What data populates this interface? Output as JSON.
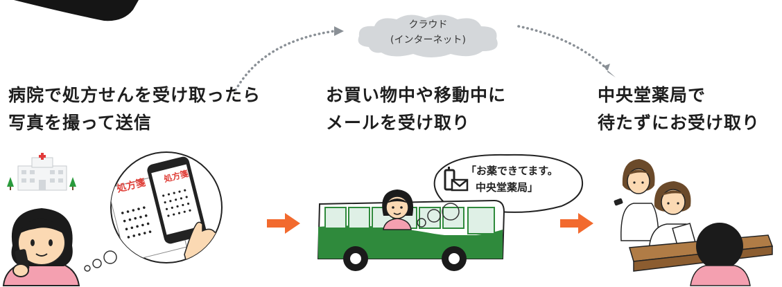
{
  "cloud": {
    "line1": "クラウド",
    "line2": "(インターネット)"
  },
  "steps": [
    {
      "line1": "病院で処方せんを受け取ったら",
      "line2": "写真を撮って送信"
    },
    {
      "line1": "お買い物中や移動中に",
      "line2": "メールを受け取り"
    },
    {
      "line1": "中央堂薬局で",
      "line2": "待たずにお受け取り"
    }
  ],
  "message_bubble": {
    "line1": "「お薬できてます。",
    "line2": "中央堂薬局」"
  },
  "prescription_label": "処方箋",
  "colors": {
    "arrow": "#f26a2e",
    "cloud": "#d4d7da",
    "dots": "#8a9096",
    "bus_green": "#2f8a3c",
    "skin": "#fbd9b3",
    "hair": "#1b1b1b",
    "shirt_pink": "#f4a0b0",
    "counter_brown": "#b07c46"
  }
}
